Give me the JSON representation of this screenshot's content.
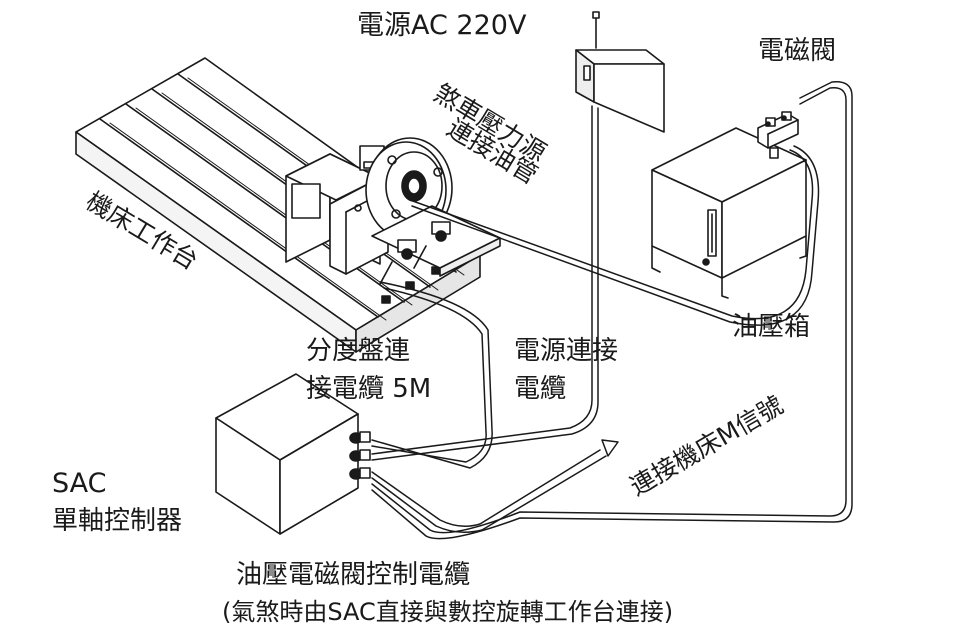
{
  "labels": {
    "power": "電源AC 220V",
    "solenoid": "電磁閥",
    "brake_line_1": "煞車壓力源",
    "brake_line_2": "連接油管",
    "worktable": "機床工作台",
    "oil_tank": "油壓箱",
    "index_cable_1": "分度盤連",
    "index_cable_2": "接電纜 5M",
    "power_cable_1": "電源連接",
    "power_cable_2": "電纜",
    "m_signal": "連接機床M信號",
    "controller_1": "SAC",
    "controller_2": "單軸控制器",
    "valve_cable": "油壓電磁閥控制電纜",
    "note": "(氣煞時由SAC直接與數控旋轉工作台連接)"
  }
}
